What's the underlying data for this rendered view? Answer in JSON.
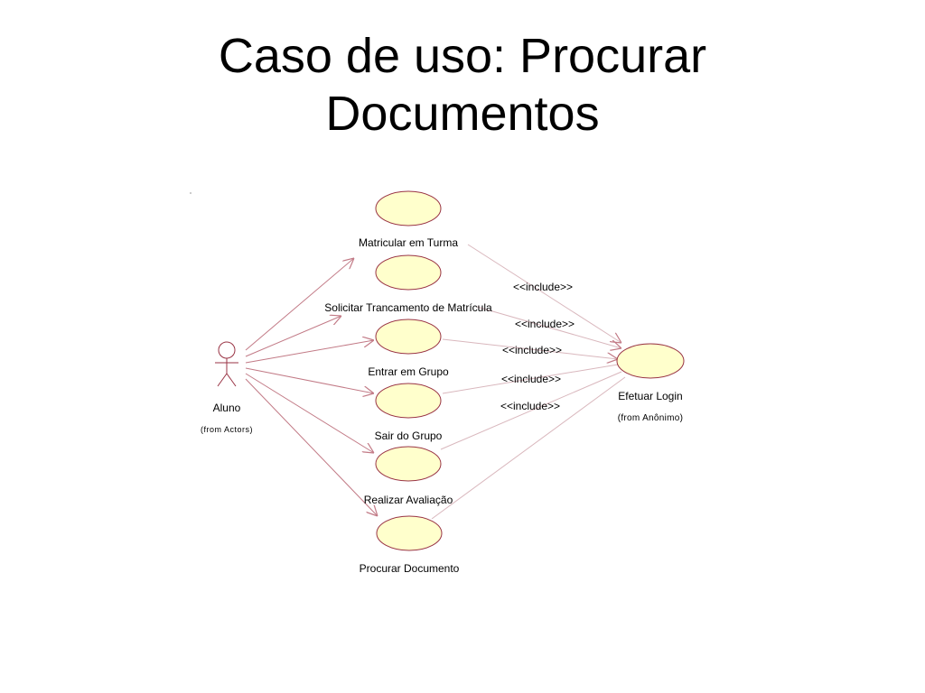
{
  "slide": {
    "title_line1": "Caso de uso: Procurar",
    "title_line2": "Documentos"
  },
  "actor": {
    "name": "Aluno",
    "origin": "(from Actors)"
  },
  "use_cases": [
    {
      "id": "uc-matricular",
      "label": "Matricular em Turma"
    },
    {
      "id": "uc-trancamento",
      "label": "Solicitar Trancamento de Matrícula"
    },
    {
      "id": "uc-entrar-grupo",
      "label": "Entrar em Grupo"
    },
    {
      "id": "uc-sair-grupo",
      "label": "Sair do Grupo"
    },
    {
      "id": "uc-realizar-avaliacao",
      "label": "Realizar Avaliação"
    },
    {
      "id": "uc-procurar-documento",
      "label": "Procurar Documento"
    }
  ],
  "included_use_case": {
    "label": "Efetuar Login",
    "origin": "(from Anônimo)"
  },
  "include_stereotype": "<<include>>",
  "colors": {
    "usecase_fill": "#ffffcc",
    "usecase_stroke": "#993344",
    "association_line": "#c27a86",
    "include_line": "#d9b7bd",
    "actor_stroke": "#993344"
  }
}
